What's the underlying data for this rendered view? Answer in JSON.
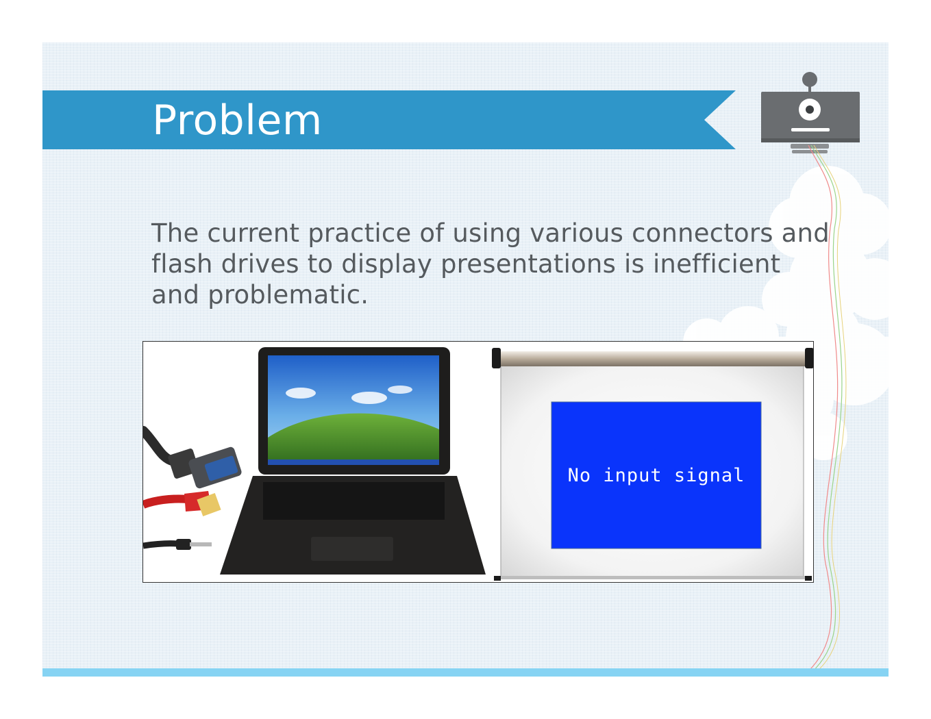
{
  "slide": {
    "title": "Problem",
    "body": "The current practice of using various connectors and flash drives to display presentations is inefficient and problematic.",
    "projector_message": "No input signal"
  },
  "colors": {
    "banner": "#2f96c9",
    "background": "#e9f1f7",
    "bottom_bar": "#86d3f3",
    "body_text": "#555a5e",
    "screen_blue": "#0a34fb",
    "webcam_gray": "#6a6d70"
  },
  "icons": {
    "webcam": "webcam-icon",
    "laptop": "laptop-image",
    "cables": "cables-image",
    "projector_screen": "projector-screen-image"
  }
}
